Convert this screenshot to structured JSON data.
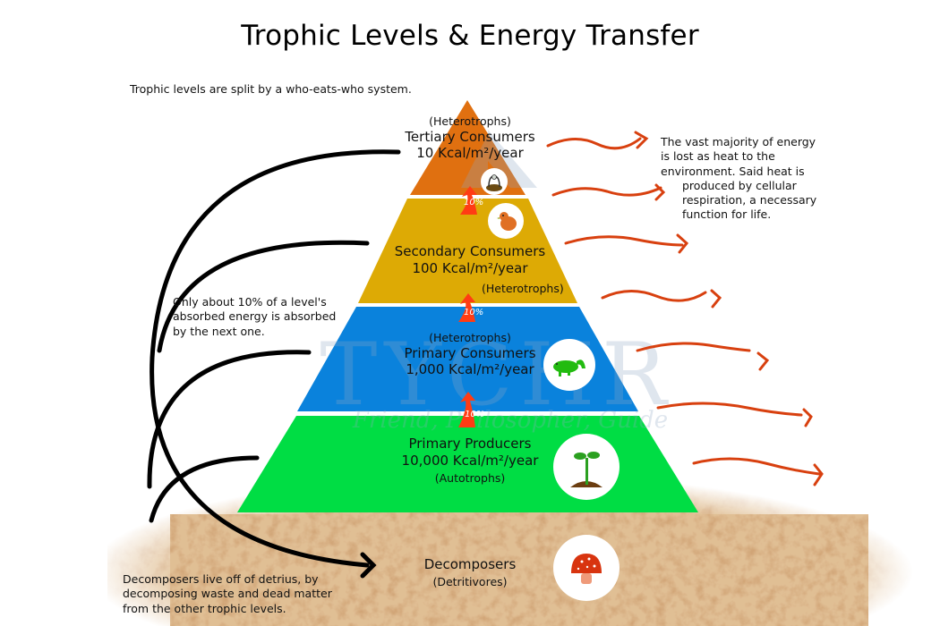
{
  "title": "Trophic Levels & Energy Transfer",
  "subtitle": "Trophic levels are split by a who-eats-who system.",
  "colors": {
    "tertiary": "#e07010",
    "secondary": "#ddaa05",
    "primary_consumers": "#0a82dc",
    "producers": "#00dd44",
    "soil": "#c08850",
    "heat_arrow": "#d8400f",
    "transfer_arrow": "#ff3c14",
    "watermark": "#b8c6d6"
  },
  "levels": [
    {
      "id": "tertiary",
      "top_label": "(Heterotrophs)",
      "name": "Tertiary Consumers",
      "energy": "10 Kcal/m²/year",
      "icon": "vulture-icon"
    },
    {
      "id": "secondary",
      "name": "Secondary Consumers",
      "energy": "100 Kcal/m²/year",
      "bottom_label": "(Heterotrophs)",
      "icon": "bird-icon"
    },
    {
      "id": "primary_consumers",
      "top_label": "(Heterotrophs)",
      "name": "Primary Consumers",
      "energy": "1,000 Kcal/m²/year",
      "icon": "grasshopper-icon"
    },
    {
      "id": "producers",
      "name": "Primary Producers",
      "energy": "10,000 Kcal/m²/year",
      "bottom_label": "(Autotrophs)",
      "icon": "sprout-icon"
    },
    {
      "id": "decomposers",
      "name": "Decomposers",
      "bottom_label": "(Detritivores)",
      "icon": "mushroom-icon"
    }
  ],
  "transfer_labels": [
    "10%",
    "10%",
    "10%"
  ],
  "notes": {
    "heat_line1": "The vast majority of energy",
    "heat_line2": "is lost as heat to the",
    "heat_line3": "environment. Said heat is",
    "heat_line4": "produced by cellular",
    "heat_line5": "respiration, a necessary",
    "heat_line6": "function for life.",
    "ten_pct_line1": "Only about 10% of a level's",
    "ten_pct_line2": "absorbed energy is absorbed",
    "ten_pct_line3": "by the next one.",
    "decomp_line1": "Decomposers live off of detrius, by",
    "decomp_line2": "decomposing waste and dead matter",
    "decomp_line3": "from the other trophic levels."
  },
  "watermark": {
    "main": "TYCHR",
    "tagline": "Friend, Philosopher, Guide"
  }
}
